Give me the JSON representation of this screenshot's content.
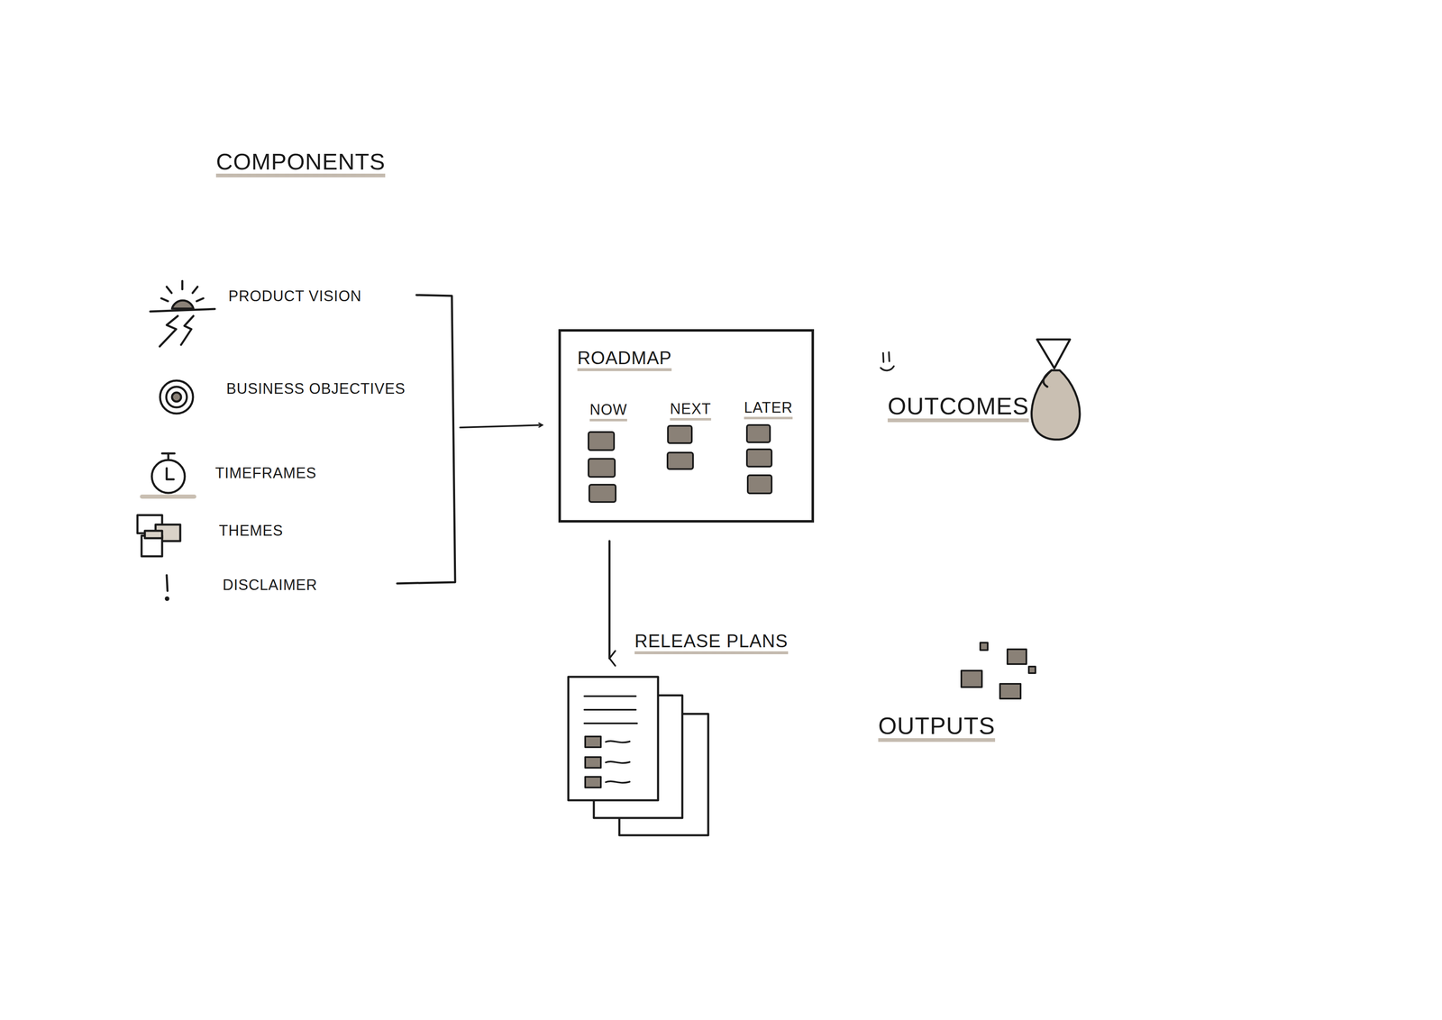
{
  "diagram": {
    "title": "COMPONENTS",
    "nodes": [
      {
        "text": [
          "ROADMAP"
        ]
      },
      {
        "text": [
          "RELEASE PLANS"
        ]
      }
    ],
    "edges": [
      {
        "from": 0,
        "to": 1,
        "arrow": "to"
      }
    ],
    "labels": [
      "PRODUCT VISION",
      "BUSINESS OBJECTIVES",
      "TIMEFRAMES",
      "THEMES",
      "DISCLAIMER",
      "NOW",
      "NEXT",
      "LATER",
      "OUTCOMES",
      "OUTPUTS"
    ]
  }
}
